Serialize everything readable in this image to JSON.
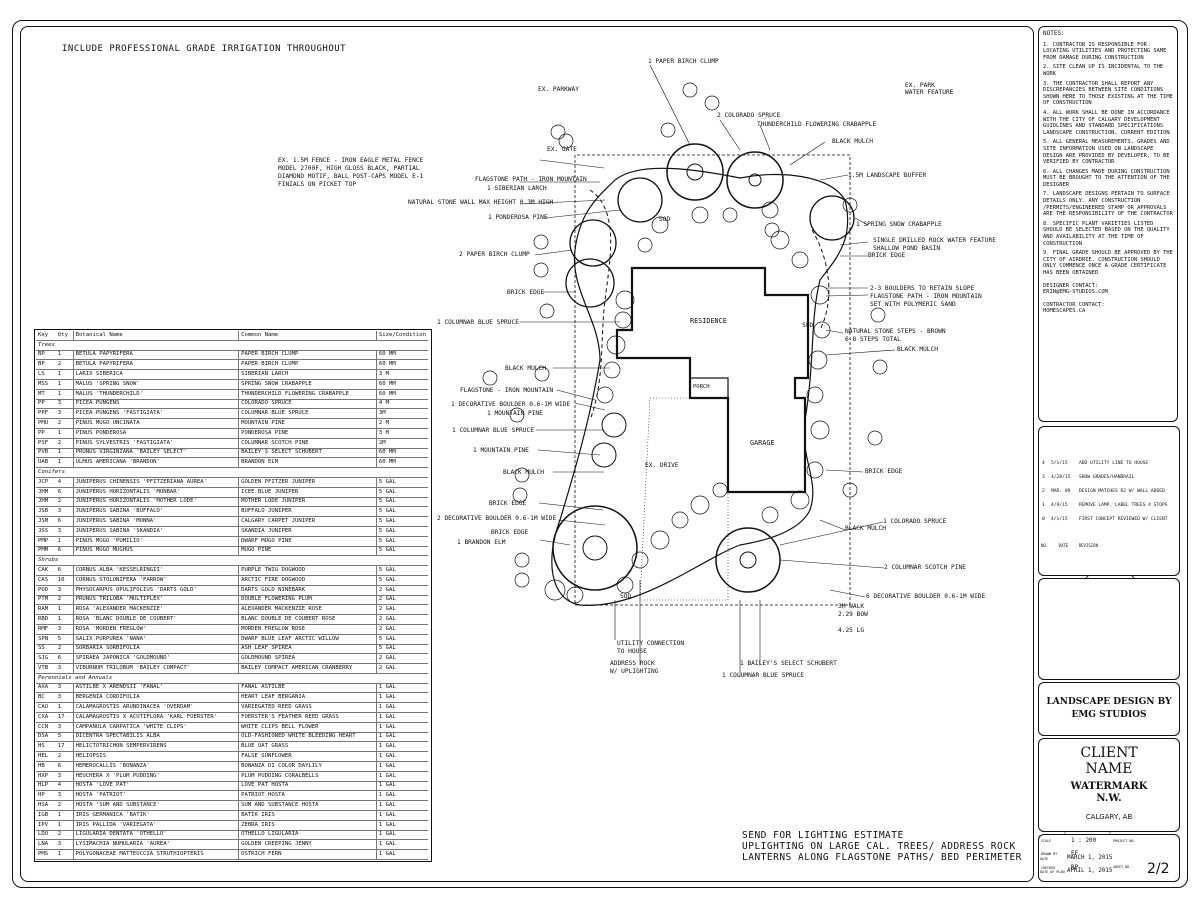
{
  "header_note": "INCLUDE PROFESSIONAL GRADE IRRIGATION THROUGHOUT",
  "labels": {
    "ex_parkway": "EX. PARKWAY",
    "ex_park_water": "EX. PARK\nWATER FEATURE",
    "ex_gate": "EX. GATE",
    "fence": "EX. 1.5M FENCE - IRON EAGLE METAL FENCE\nMODEL 2700F, HIGH GLOSS BLACK, PARTIAL\nDIAMOND MOTIF, BALL POST-CAPS MODEL E-1\nFINIALS ON PICKET TOP",
    "flagstone_path": "FLAGSTONE PATH - IRON MOUNTAIN",
    "siberian_larch": "1 SIBERIAN LARCH",
    "stone_wall": "NATURAL STONE WALL MAX HEIGHT 0.3M HIGH",
    "ponderosa": "1 PONDEROSA PINE",
    "paper_birch_2": "2 PAPER BIRCH CLUMP",
    "brick_edge_1": "BRICK EDGE",
    "col_blue_spruce_1": "1 COLUMNAR BLUE SPRUCE",
    "black_mulch_1": "BLACK MULCH",
    "flagstone_iron": "FLAGSTONE - IRON MOUNTAIN",
    "dec_boulder_1": "1 DECORATIVE BOULDER 0.6-1M WIDE",
    "mountain_pine": "1 MOUNTAIN PINE",
    "col_blue_spruce_2": "1 COLUMNAR BLUE SPRUCE",
    "mountain_pine_2": "1 MOUNTAIN PINE",
    "black_mulch_2": "BLACK MULCH",
    "brick_edge_2": "BRICK EDGE",
    "dec_boulder_2": "2 DECORATIVE BOULDER 0.6-1M WIDE",
    "brick_edge_3": "BRICK EDGE",
    "brandon_elm": "1 BRANDON ELM",
    "paper_birch_1": "1 PAPER BIRCH CLUMP",
    "colorado_spruce_2": "2 COLORADO SPRUCE",
    "thunderchild": "THUNDERCHILD FLOWERING CRABAPPLE",
    "black_mulch_3": "BLACK MULCH",
    "landscape_buffer": "1.5M LANDSCAPE BUFFER",
    "spring_snow": "1 SPRING SNOW CRABAPPLE",
    "water_feature": "SINGLE DRILLED ROCK WATER FEATURE\nSHALLOW POND BASIN",
    "brick_edge_r": "BRICK EDGE",
    "boulders_slope": "2-3 BOULDERS TO RETAIN SLOPE",
    "flagstone_path_r": "FLAGSTONE PATH - IRON MOUNTAIN\nSET WITH POLYMERIC SAND",
    "stone_steps": "NATURAL STONE STEPS - BROWN\n6-8 STEPS TOTAL",
    "black_mulch_r": "BLACK MULCH",
    "brick_edge_r2": "BRICK EDGE",
    "black_mulch_r2": "BLACK MULCH",
    "colorado_spruce_1": "1 COLORADO SPRUCE",
    "col_scotch_pine": "2 COLUMNAR SCOTCH PINE",
    "dec_boulder_6": "6 DECORATIVE BOULDER 0.6-1M WIDE",
    "utility": "UTILITY CONNECTION\nTO HOUSE",
    "address_rock": "ADDRESS ROCK\nW/ UPLIGHTING",
    "baileys": "1 BAILEY'S SELECT SCHUBERT",
    "col_blue_spruce_3": "1 COLUMNAR BLUE SPRUCE",
    "residence": "RESIDENCE",
    "garage": "GARAGE",
    "porch": "PORCH",
    "ex_drive": "EX. DRIVE",
    "sod_1": "SOD",
    "sod_2": "SOD",
    "sod_3": "SOD",
    "dims": "3M WALK\n2.29 BOW",
    "dim2": "4.25 LG"
  },
  "bottom_note": "SEND FOR LIGHTING ESTIMATE\nUPLIGHTING ON LARGE CAL. TREES/ ADDRESS ROCK\nLANTERNS ALONG FLAGSTONE PATHS/ BED PERIMETER",
  "plant_key": {
    "headers": [
      "Key",
      "Qty",
      "Botanical Name",
      "Common Name",
      "Size/Condition"
    ],
    "groups": [
      {
        "name": "Trees",
        "rows": [
          [
            "BP",
            "1",
            "BETULA PAPYRIFERA",
            "PAPER BIRCH CLUMP",
            "60 MM"
          ],
          [
            "BP",
            "2",
            "BETULA PAPYRIFERA",
            "PAPER BIRCH CLUMP",
            "60 MM"
          ],
          [
            "LS",
            "1",
            "LARIX SIBERICA",
            "SIBERIAN LARCH",
            "3 M"
          ],
          [
            "MSS",
            "1",
            "MALUS 'SPRING SNOW'",
            "SPRING SNOW CRABAPPLE",
            "60 MM"
          ],
          [
            "MT",
            "1",
            "MALUS 'THUNDERCHILD'",
            "THUNDERCHILD FLOWERING CRABAPPLE",
            "60 MM"
          ],
          [
            "PP",
            "3",
            "PICEA PUNGENS",
            "COLORADO SPRUCE",
            "4 M"
          ],
          [
            "PPF",
            "3",
            "PICEA PUNGENS 'FASTIGIATA'",
            "COLUMNAR BLUE SPRUCE",
            "3M"
          ],
          [
            "PMU",
            "2",
            "PINUS MUGO UNCINATA",
            "MOUNTAIN PINE",
            "2 M"
          ],
          [
            "PP",
            "1",
            "PINUS PONDEROSA",
            "PONDEROSA PINE",
            "3 M"
          ],
          [
            "PSF",
            "2",
            "PINUS SYLVESTRIS 'FASTIGIATA'",
            "COLUMNAR SCOTCH PINE",
            "2M"
          ],
          [
            "PVB",
            "1",
            "PRUNUS VIRGINIANA 'BAILEY SELECT'",
            "BAILEY'S SELECT SCHUBERT",
            "60 MM"
          ],
          [
            "UAB",
            "1",
            "ULMUS AMERICANA 'BRANDON'",
            "BRANDON ELM",
            "60 MM"
          ]
        ]
      },
      {
        "name": "Conifers",
        "rows": [
          [
            "JCP",
            "4",
            "JUNIPERUS CHINENSIS 'PFITZERIANA AUREA'",
            "GOLDEN PFITZER JUNIPER",
            "5 GAL"
          ],
          [
            "JHM",
            "6",
            "JUNIPERUS HORIZONTALIS 'MONBAR'",
            "ICEE BLUE JUNIPER",
            "5 GAL"
          ],
          [
            "JHM",
            "2",
            "JUNIPERUS HORIZONTALIS 'MOTHER LODE'",
            "MOTHER LODE JUNIPER",
            "5 GAL"
          ],
          [
            "JSB",
            "3",
            "JUNIPERUS SABINA 'BUFFALO'",
            "BUFFALO JUNIPER",
            "5 GAL"
          ],
          [
            "JSM",
            "6",
            "JUNIPERUS SABINA 'MONNA'",
            "CALGARY CARPET JUNIPER",
            "5 GAL"
          ],
          [
            "JSS",
            "3",
            "JUNIPERUS SABINA 'SKANDIA'",
            "SKANDIA JUNIPER",
            "5 GAL"
          ],
          [
            "PMP",
            "1",
            "PINUS MUGO 'PUMILIO'",
            "DWARF MUGO PINE",
            "5 GAL"
          ],
          [
            "PMM",
            "6",
            "PINUS MUGO MUGHUS",
            "MUGO PINE",
            "5 GAL"
          ]
        ]
      },
      {
        "name": "Shrubs",
        "rows": [
          [
            "CAK",
            "6",
            "CORNUS ALBA 'KESSELRINGII'",
            "PURPLE TWIG DOGWOOD",
            "5 GAL"
          ],
          [
            "CAS",
            "10",
            "CORNUS STOLONIFERA 'FARROW'",
            "ARCTIC FIRE DOGWOOD",
            "5 GAL"
          ],
          [
            "POD",
            "3",
            "PHYSOCARPUS OPULIFOLIUS 'DARTS GOLD'",
            "DARTS GOLD NINEBARK",
            "2 GAL"
          ],
          [
            "PTM",
            "2",
            "PRUNUS TRILOBA 'MULTIPLEX'",
            "DOUBLE FLOWERING PLUM",
            "2 GAL"
          ],
          [
            "RAM",
            "1",
            "ROSA 'ALEXANDER MACKENZIE'",
            "ALEXANDER MACKENZIE ROSE",
            "2 GAL"
          ],
          [
            "RBD",
            "1",
            "ROSA 'BLANC DOUBLE DE COUBERT'",
            "BLANC DOUBLE DE COUBERT ROSE",
            "2 GAL"
          ],
          [
            "RMF",
            "3",
            "ROSA 'MORDEN FREGLOW'",
            "MORDEN FREGLOW ROSE",
            "2 GAL"
          ],
          [
            "SPN",
            "5",
            "SALIX PURPUREA 'NANA'",
            "DWARF BLUE LEAF ARCTIC WILLOW",
            "5 GAL"
          ],
          [
            "SS",
            "2",
            "SORBARIA SORBIFOLIA",
            "ASH LEAF SPIREA",
            "5 GAL"
          ],
          [
            "SJG",
            "6",
            "SPIRAEA JAPONICA 'GOLDMOUND'",
            "GOLDMOUND SPIREA",
            "2 GAL"
          ],
          [
            "VTB",
            "3",
            "VIBURNUM TRILOBUM 'BAILEY COMPACT'",
            "BAILEY COMPACT AMERICAN CRANBERRY",
            "2 GAL"
          ]
        ]
      },
      {
        "name": "Perennials and Annuals",
        "rows": [
          [
            "AXA",
            "3",
            "ASTILBE X ARENDSII 'FANAL'",
            "FANAL ASTILBE",
            "1 GAL"
          ],
          [
            "BC",
            "3",
            "BERGENIA CORDIFOLIA",
            "HEART LEAF BERGANIA",
            "1 GAL"
          ],
          [
            "CAO",
            "1",
            "CALAMAGROSTIS ARUNDINACEA 'OVERDAM'",
            "VARIEGATED REED GRASS",
            "1 GAL"
          ],
          [
            "CXA",
            "17",
            "CALAMAGROSTIS X ACUTIFLORA 'KARL FOERSTER'",
            "FOERSTER'S FEATHER REED GRASS",
            "1 GAL"
          ],
          [
            "CCN",
            "3",
            "CAMPANULA CARPATICA 'WHITE CLIPS'",
            "WHITE CLIPS BELL FLOWER",
            "1 GAL"
          ],
          [
            "DSA",
            "5",
            "DICENTRA SPECTABILIS ALBA",
            "OLD-FASHIONED WHITE BLEEDING HEART",
            "1 GAL"
          ],
          [
            "HS",
            "17",
            "HELICTOTRICHON SEMPERVIRENS",
            "BLUE OAT GRASS",
            "1 GAL"
          ],
          [
            "HEL",
            "2",
            "HELIOPSIS",
            "FALSE SUNFLOWER",
            "1 GAL"
          ],
          [
            "HB",
            "6",
            "HEMEROCALLIS 'BONANZA'",
            "BONANZA DI COLOR DAYLILY",
            "1 GAL"
          ],
          [
            "HXP",
            "3",
            "HEUCHERA X 'PLUM PUDDING'",
            "PLUM PUDDING CORALBELLS",
            "1 GAL"
          ],
          [
            "HLP",
            "4",
            "HOSTA 'LOVE PAT'",
            "LOVE PAT HOSTA",
            "1 GAL"
          ],
          [
            "HP",
            "3",
            "HOSTA 'PATRIOT'",
            "PATRIOT HOSTA",
            "1 GAL"
          ],
          [
            "HSA",
            "2",
            "HOSTA 'SUM AND SUBSTANCE'",
            "SUM AND SUBSTANCE HOSTA",
            "1 GAL"
          ],
          [
            "IGB",
            "1",
            "IRIS GERMANICA 'BATIK'",
            "BATIK IRIS",
            "1 GAL"
          ],
          [
            "IPV",
            "1",
            "IRIS PALLIDA 'VARIEGATA'",
            "ZEBRA IRIS",
            "1 GAL"
          ],
          [
            "LDO",
            "2",
            "LIGULARIA DENTATA 'OTHELLO'",
            "OTHELLO LIGULARIA",
            "1 GAL"
          ],
          [
            "LNA",
            "3",
            "LYSIMACHIA NUMULARIA 'AUREA'",
            "GOLDEN CREEPING JENNY",
            "1 GAL"
          ],
          [
            "PMS",
            "1",
            "POLYGONACEAE MATTEUCCIA STRUTHIOPTERIS",
            "OSTRICH FERN",
            "1 GAL"
          ]
        ]
      }
    ]
  },
  "notes": {
    "heading": "NOTES:",
    "items": [
      "1. CONTRACTOR IS RESPONSIBLE FOR LOCATING UTILITIES AND PROTECTING SAME FROM DAMAGE DURING CONSTRUCTION",
      "2. SITE CLEAN UP IS INCIDENTAL TO THE WORK",
      "3. THE CONTRACTOR SHALL REPORT ANY DISCREPANCIES BETWEEN SITE CONDITIONS SHOWN HERE TO THOSE EXISTING AT THE TIME OF CONSTRUCTION",
      "4. ALL WORK SHALL BE DONE IN ACCORDANCE WITH THE CITY OF CALGARY DEVELOPMENT GUIDLINES AND STANDARD SPECIFICATIONS LANDSCAPE CONSTRUCTION, CURRENT EDITION",
      "5. ALL GENERAL MEASUREMENTS, GRADES AND SITE INFORMATION USED ON LANDSCAPE DESIGN ARE PROVIDED BY DEVELOPER, TO BE VERIFIED BY CONTRACTOR",
      "6. ALL CHANGES MADE DURING CONSTRUCTION MUST BE BROUGHT TO THE ATTENTION OF THE DESIGNER",
      "7. LANDSCAPE DESIGNS PERTAIN TO SURFACE DETAILS ONLY. ANY CONSTRUCTION /PERMITS/ENGINEERED STAMP OR APPROVALS ARE THE RESPONSIBILITY OF THE CONTRACTOR",
      "8. SPECIFIC PLANT VARIETIES LISTED SHOULD BE SELECTED BASED ON THE QUALITY AND AVAILABILITY AT THE TIME OF CONSTRUCTION",
      "9. FINAL GRADE SHOULD BE APPROVED BY THE CITY OF AIRDRIE. CONSTRUCTION SHOULD ONLY COMMENCE ONCE A GRADE CERTIFICATE HAS BEEN OBTAINED"
    ],
    "designer_contact": "DESIGNER CONTACT:\nERIN@EMG-STUDIOS.COM",
    "contractor_contact": "CONTRACTOR CONTACT:\nHOMESCAPES.CA"
  },
  "revisions": [
    [
      "4",
      "5/1/15",
      "ADD UTILITY LINE TO HOUSE"
    ],
    [
      "3",
      "4/28/15",
      "SHOW GRADES/HANDRAIL"
    ],
    [
      "2",
      "MAR. 09",
      "DESIGN MATCHES R2 W/ WALL ADDED"
    ],
    [
      "1",
      "4/9/15",
      "REMOVE LAMP, LABEL TREES 4 STOPS"
    ],
    [
      "0",
      "4/1/15",
      "FIRST CONCEPT REVIEWED W/ CLIENT"
    ]
  ],
  "rev_header": [
    "NO.",
    "DATE",
    "REVISION"
  ],
  "design_by": "LANDSCAPE DESIGN BY\nEMG STUDIOS",
  "client": {
    "name1": "CLIENT",
    "name2": "NAME",
    "watermark1": "WATERMARK",
    "watermark2": "N.W.",
    "city": "CALGARY, AB"
  },
  "meta": {
    "scale_label": "SCALE",
    "scale": "1 : 200",
    "drawn_label": "DRAWN BY",
    "drawn": "EF",
    "checked_label": "CHECKED",
    "checked": "RP",
    "date_label": "DATE",
    "date": "MARCH 1, 2015",
    "date2_label": "DATE OF PLAN",
    "date2": "APRIL 1, 2015",
    "project_label": "PROJECT NO.",
    "sheet_label": "SHEET NO.",
    "sheet": "2/2"
  }
}
